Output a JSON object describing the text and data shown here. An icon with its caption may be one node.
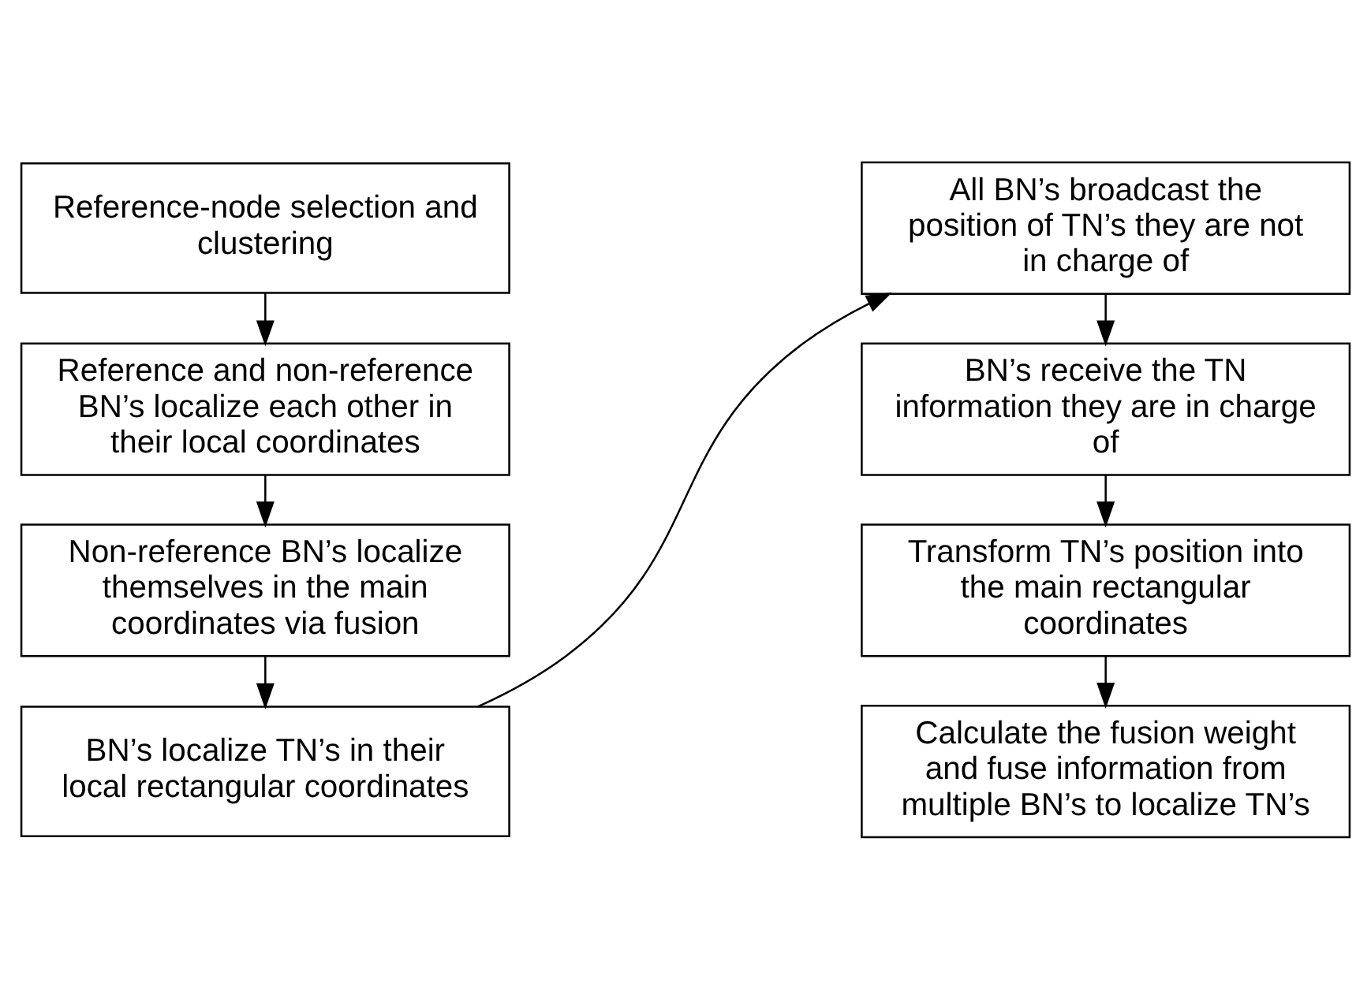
{
  "diagram": {
    "nodes": [
      {
        "text": [
          "Reference-node selection and clustering"
        ]
      },
      {
        "text": [
          "Reference and non-reference BN’s localize each other in their local coordinates"
        ]
      },
      {
        "text": [
          "Non-reference BN’s localize themselves in the main coordinates via fusion"
        ]
      },
      {
        "text": [
          "BN’s localize TN’s in their local rectangular coordinates"
        ]
      },
      {
        "text": [
          "All BN’s broadcast the position of TN’s they are not in charge of"
        ]
      },
      {
        "text": [
          "BN’s receive the TN information they are in charge of"
        ]
      },
      {
        "text": [
          "Transform TN’s position into the main rectangular coordinates"
        ]
      },
      {
        "text": [
          "Calculate the fusion weight and fuse information from multiple BN’s to localize TN’s"
        ]
      }
    ],
    "edges": [
      {
        "from": 0,
        "to": 1,
        "arrow": "to"
      },
      {
        "from": 1,
        "to": 2,
        "arrow": "to"
      },
      {
        "from": 2,
        "to": 3,
        "arrow": "to"
      },
      {
        "from": 3,
        "to": 4,
        "arrow": "to"
      },
      {
        "from": 4,
        "to": 5,
        "arrow": "to"
      },
      {
        "from": 5,
        "to": 6,
        "arrow": "to"
      },
      {
        "from": 6,
        "to": 7,
        "arrow": "to"
      }
    ]
  }
}
